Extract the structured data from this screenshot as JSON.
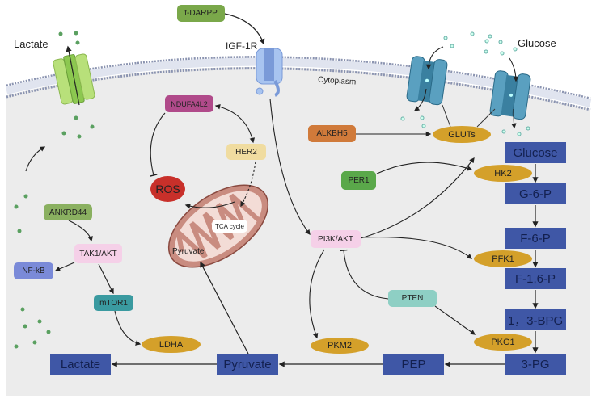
{
  "labels": {
    "lactate_out": "Lactate",
    "igf1r": "IGF-1R",
    "glucose_out": "Glucose",
    "cytoplasm": "Cytoplasm",
    "tca": "TCA cycle",
    "pyruvate_mito": "Pyruvate"
  },
  "regulators": {
    "t_darpp": "t-DARPP",
    "ndufa4l2": "NDUFA4L2",
    "her2": "HER2",
    "ros": "ROS",
    "alkbh5": "ALKBH5",
    "per1": "PER1",
    "pi3k_akt": "PI3K/AKT",
    "pten": "PTEN",
    "ankrd44": "ANKRD44",
    "tak1_akt": "TAK1/AKT",
    "nfkb": "NF-kB",
    "mtor1": "mTOR1"
  },
  "enzymes": {
    "gluts": "GLUTs",
    "hk2": "HK2",
    "pfk1": "PFK1",
    "pkg1": "PKG1",
    "pkm2": "PKM2",
    "ldha": "LDHA"
  },
  "metabolites": {
    "glucose": "Glucose",
    "g6p": "G-6-P",
    "f6p": "F-6-P",
    "f16p": "F-1,6-P",
    "bpg": "1，3-BPG",
    "pg3": "3-PG",
    "pep": "PEP",
    "pyruvate": "Pyruvate",
    "lactate": "Lactate"
  },
  "colors": {
    "metabolite": "#3f57a6",
    "enzyme": "#d4a02a",
    "cytoplasm": "#ececec",
    "membrane": "#8a93b0"
  }
}
